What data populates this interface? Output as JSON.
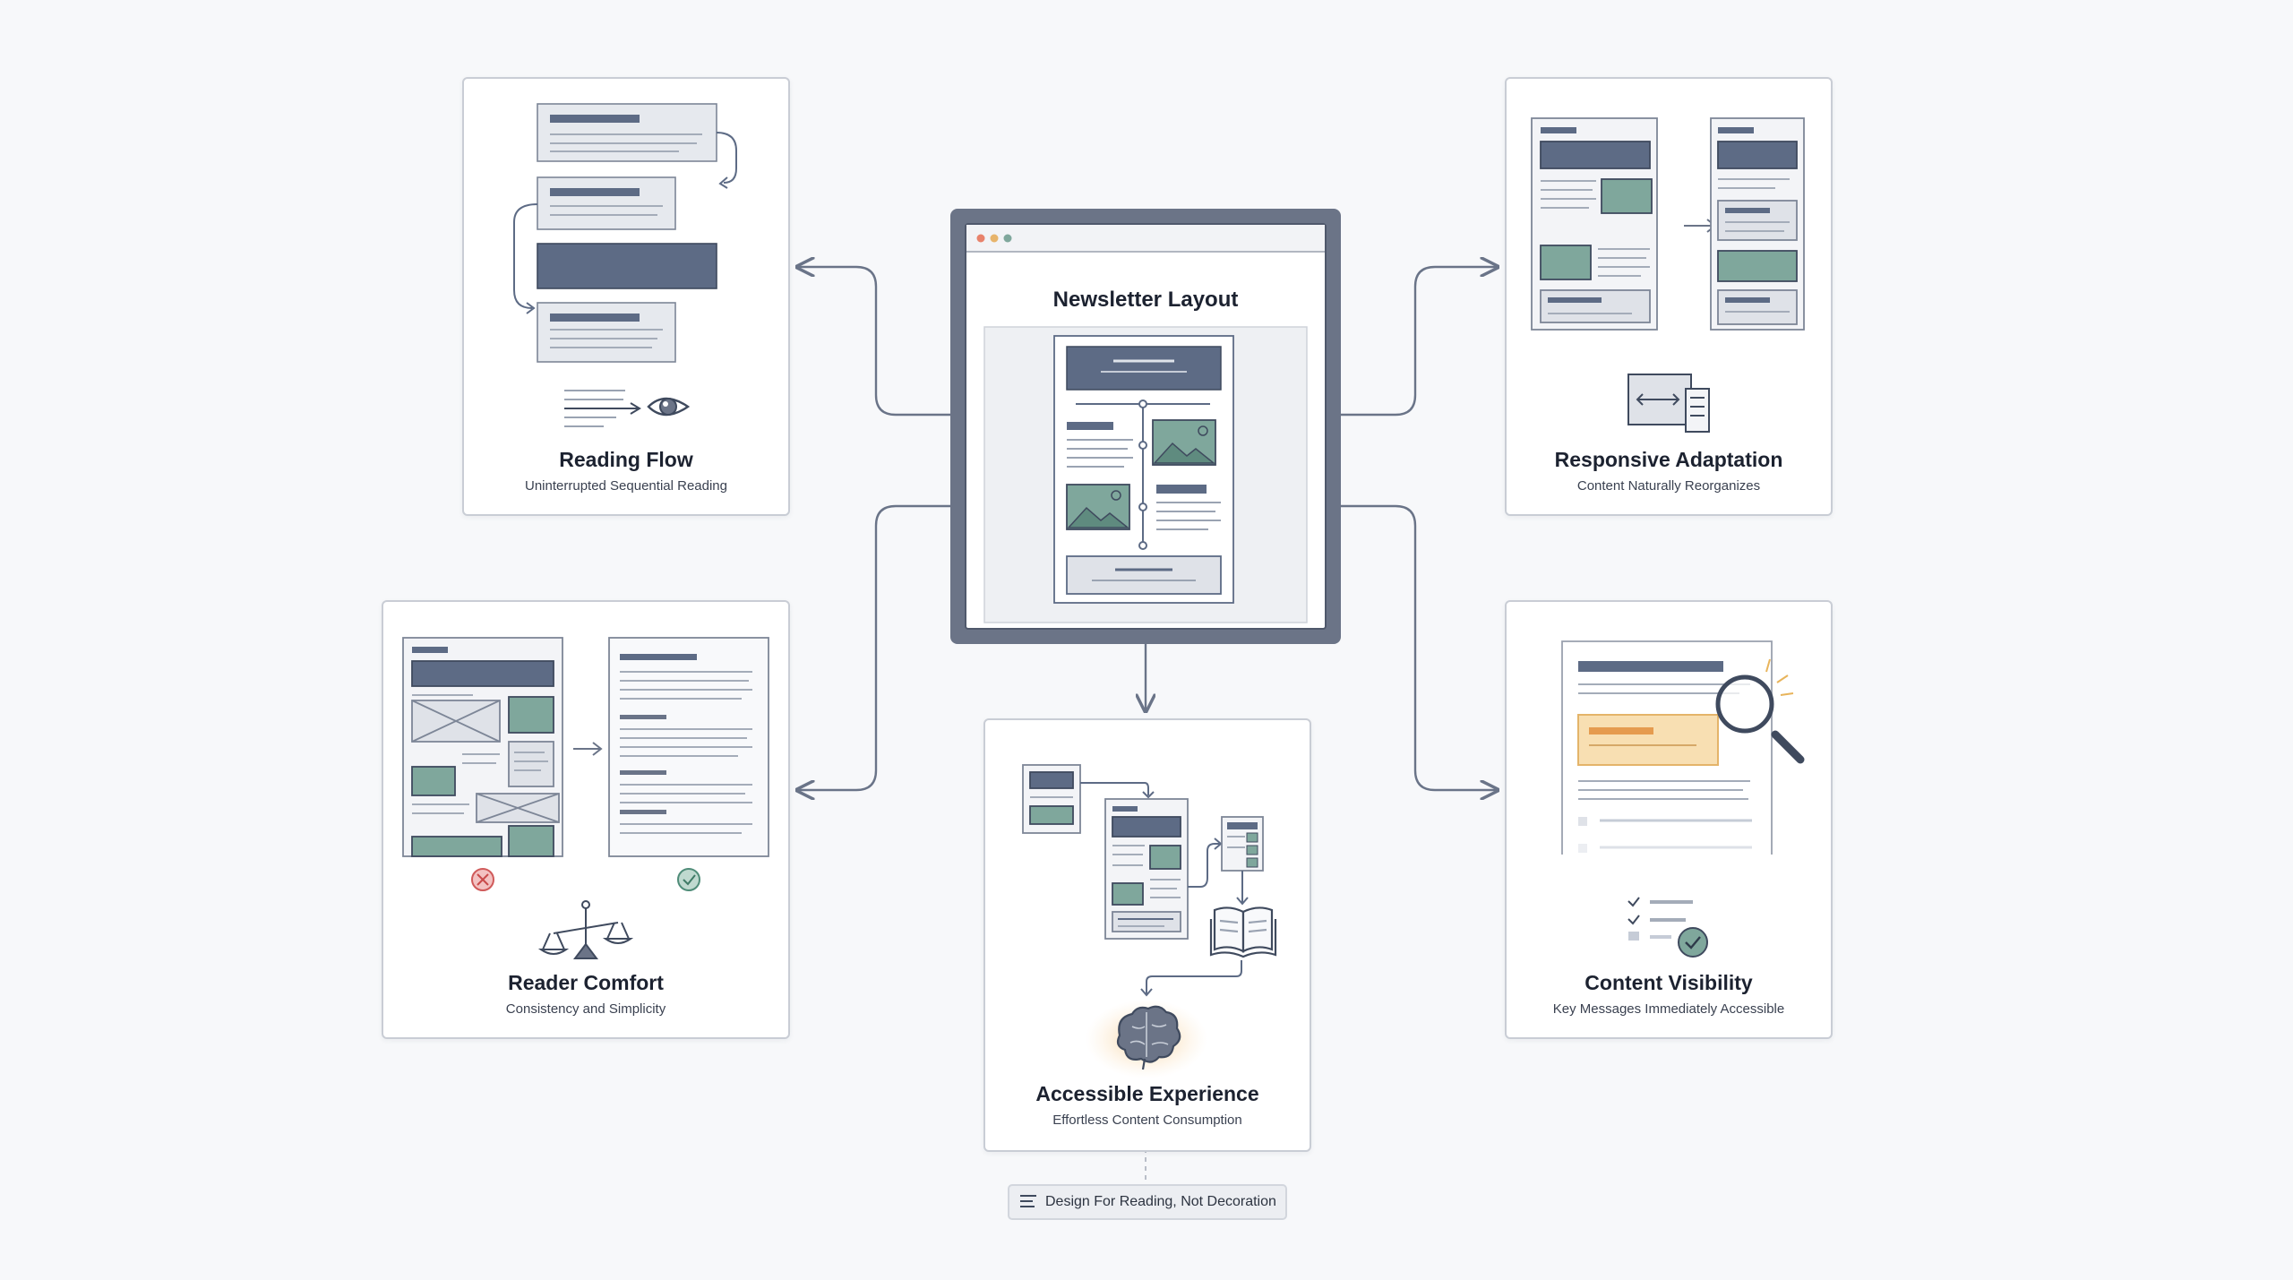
{
  "center": {
    "title": "Newsletter Layout"
  },
  "cards": {
    "reading_flow": {
      "title": "Reading Flow",
      "subtitle": "Uninterrupted Sequential Reading"
    },
    "responsive_adaptation": {
      "title": "Responsive Adaptation",
      "subtitle": "Content Naturally Reorganizes"
    },
    "reader_comfort": {
      "title": "Reader Comfort",
      "subtitle": "Consistency and Simplicity"
    },
    "accessible_experience": {
      "title": "Accessible Experience",
      "subtitle": "Effortless Content Consumption"
    },
    "content_visibility": {
      "title": "Content Visibility",
      "subtitle": "Key Messages Immediately Accessible"
    }
  },
  "footer": {
    "label": "Design For Reading, Not Decoration",
    "icon": "menu-lines-icon"
  },
  "colors": {
    "slate": "#5d6b85",
    "teal": "#7fa79c",
    "amber": "#f4d39a",
    "connector": "#6a7488",
    "red": "#e06b6b",
    "green": "#6f9f8c"
  }
}
